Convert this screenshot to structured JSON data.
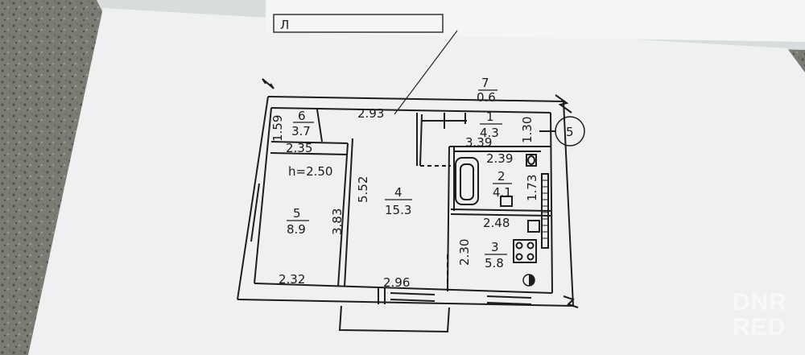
{
  "floor_plan": {
    "ceiling_height": "h=2.50",
    "apartment_no": "5",
    "rooms": [
      {
        "id": "6",
        "area": "3.7"
      },
      {
        "id": "7",
        "area": "0.6"
      },
      {
        "id": "1",
        "area": "4.3"
      },
      {
        "id": "2",
        "area": "4.1"
      },
      {
        "id": "4",
        "area": "15.3"
      },
      {
        "id": "5",
        "area": "8.9"
      },
      {
        "id": "3",
        "area": "5.8"
      }
    ],
    "dimensions": {
      "d_2_93": "2.93",
      "d_1_59": "1.59",
      "d_2_35": "2.35",
      "d_5_52": "5.52",
      "d_3_83": "3.83",
      "d_2_32": "2.32",
      "d_2_96": "2.96",
      "d_3_39": "3.39",
      "d_2_39": "2.39",
      "d_1_30": "1.30",
      "d_1_73": "1.73",
      "d_2_48": "2.48",
      "d_2_30": "2.30"
    },
    "header_fragment": "Л",
    "watermark": {
      "line1": "DNR",
      "line2": "RED"
    }
  }
}
